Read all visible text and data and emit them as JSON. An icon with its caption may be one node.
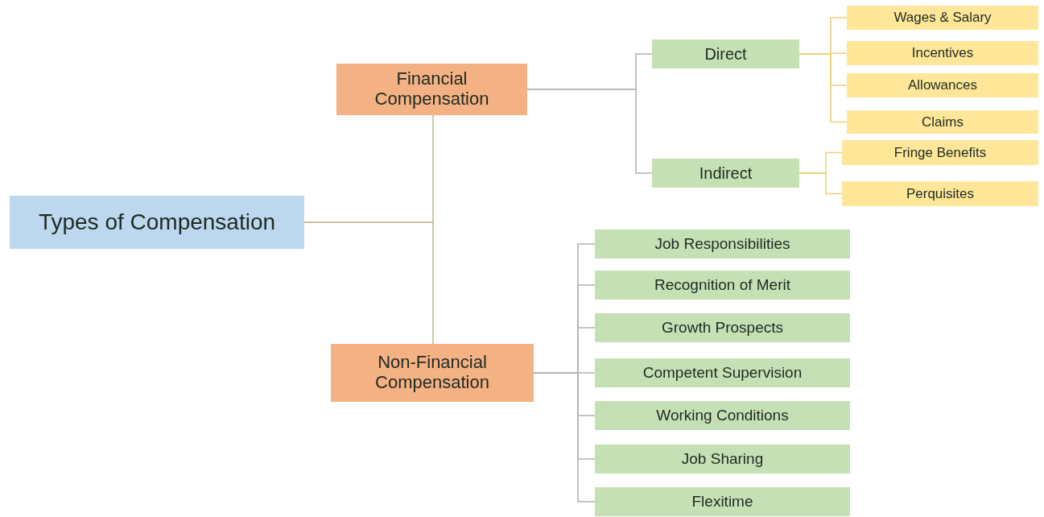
{
  "diagram": {
    "nodes": [
      {
        "text": [
          "Types of Compensation"
        ]
      },
      {
        "text": [
          "Financial Compensation"
        ]
      },
      {
        "text": [
          "Non-Financial Compensation"
        ]
      },
      {
        "text": [
          "Direct"
        ]
      },
      {
        "text": [
          "Indirect"
        ]
      },
      {
        "text": [
          "Wages & Salary"
        ]
      },
      {
        "text": [
          "Incentives"
        ]
      },
      {
        "text": [
          "Allowances"
        ]
      },
      {
        "text": [
          "Claims"
        ]
      },
      {
        "text": [
          "Fringe Benefits"
        ]
      },
      {
        "text": [
          "Perquisites"
        ]
      },
      {
        "text": [
          "Job Responsibilities"
        ]
      },
      {
        "text": [
          "Recognition of Merit"
        ]
      },
      {
        "text": [
          "Growth Prospects"
        ]
      },
      {
        "text": [
          "Competent Supervision"
        ]
      },
      {
        "text": [
          "Working Conditions"
        ]
      },
      {
        "text": [
          "Job Sharing"
        ]
      },
      {
        "text": [
          "Flexitime"
        ]
      }
    ],
    "edges": [
      {
        "from": 0,
        "to": 1,
        "arrow": "none",
        "color": "#c9b897"
      },
      {
        "from": 0,
        "to": 2,
        "arrow": "none",
        "color": "#c9b897"
      },
      {
        "from": 1,
        "to": 3,
        "arrow": "none"
      },
      {
        "from": 1,
        "to": 4,
        "arrow": "none"
      },
      {
        "from": 3,
        "to": 5,
        "arrow": "none",
        "color": "#ecd27a"
      },
      {
        "from": 3,
        "to": 6,
        "arrow": "none",
        "color": "#ecd27a"
      },
      {
        "from": 3,
        "to": 7,
        "arrow": "none",
        "color": "#ecd27a"
      },
      {
        "from": 3,
        "to": 8,
        "arrow": "none",
        "color": "#ecd27a"
      },
      {
        "from": 4,
        "to": 9,
        "arrow": "none",
        "color": "#ecd27a"
      },
      {
        "from": 4,
        "to": 10,
        "arrow": "none",
        "color": "#ecd27a"
      },
      {
        "from": 2,
        "to": 11,
        "arrow": "none"
      },
      {
        "from": 2,
        "to": 12,
        "arrow": "none"
      },
      {
        "from": 2,
        "to": 13,
        "arrow": "none"
      },
      {
        "from": 2,
        "to": 14,
        "arrow": "none"
      },
      {
        "from": 2,
        "to": 15,
        "arrow": "none"
      },
      {
        "from": 2,
        "to": 16,
        "arrow": "none"
      },
      {
        "from": 2,
        "to": 17,
        "arrow": "none"
      }
    ]
  }
}
